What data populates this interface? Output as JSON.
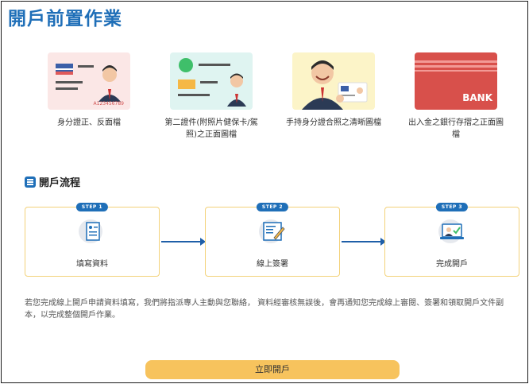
{
  "page": {
    "title": "開戶前置作業"
  },
  "documents": [
    {
      "caption": "身分證正、反面檔",
      "card_number": "A123456789"
    },
    {
      "caption": "第二證件(附照片健保卡/駕照)之正面圖檔"
    },
    {
      "caption": "手持身分證合照之清晰圖檔"
    },
    {
      "caption": "出入金之銀行存摺之正面圖檔",
      "bank_label": "BANK"
    }
  ],
  "process": {
    "heading": "開戶流程",
    "steps": [
      {
        "badge": "STEP 1",
        "label": "填寫資料"
      },
      {
        "badge": "STEP 2",
        "label": "線上簽署"
      },
      {
        "badge": "STEP 3",
        "label": "完成開戶"
      }
    ]
  },
  "note": "若您完成線上開戶申請資料填寫，我們將指派專人主動與您聯絡， 資料經審核無誤後，會再通知您完成線上審閱、簽署和領取開戶文件副本，以完成整個開戶作業。",
  "cta": {
    "label": "立即開戶"
  },
  "colors": {
    "brand_blue": "#1f6fb8",
    "cta_yellow": "#f7c35d",
    "step_border": "#f3d27a"
  }
}
